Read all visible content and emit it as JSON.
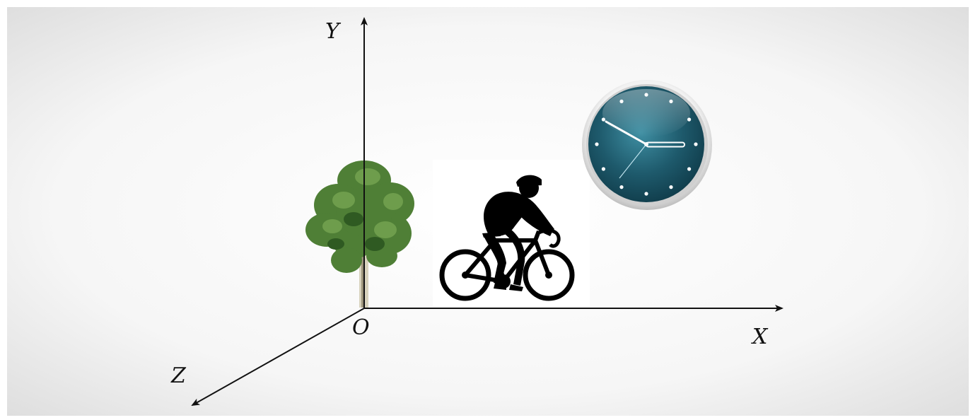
{
  "axes": {
    "x_label": "X",
    "y_label": "Y",
    "z_label": "Z",
    "origin_label": "O"
  },
  "objects": [
    {
      "name": "tree",
      "icon": "tree-icon"
    },
    {
      "name": "cyclist",
      "icon": "cyclist-icon"
    },
    {
      "name": "clock",
      "icon": "clock-icon"
    }
  ],
  "colors": {
    "background_center": "#ffffff",
    "background_edge": "#dadada",
    "axis": "#111111",
    "tree_foliage": "#4f7f36",
    "tree_trunk": "#d8d2bd",
    "cyclist": "#000000",
    "clock_face": "#1e5a6c",
    "clock_rim": "#d9d9d9",
    "clock_hand": "#ffffff"
  }
}
